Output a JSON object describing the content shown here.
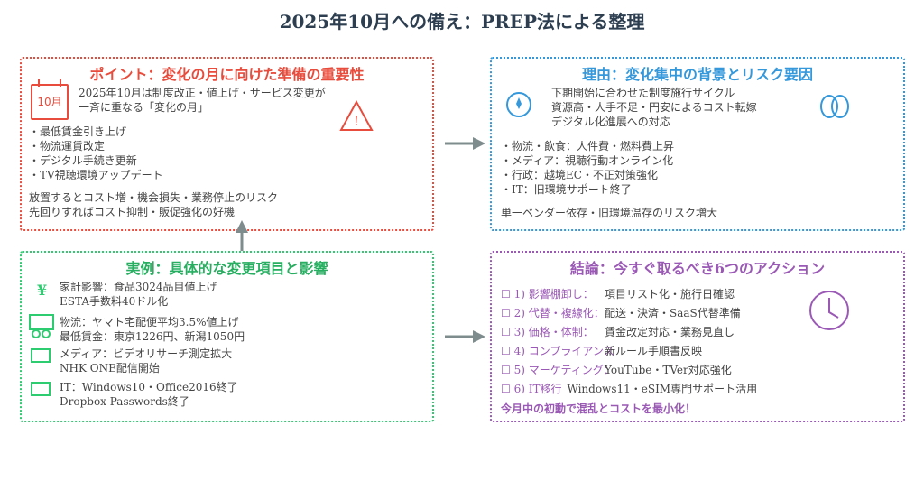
{
  "title": "2025年10月への備え：PREP法による整理",
  "point": {
    "heading": "ポイント：変化の月に向けた準備の重要性",
    "calendar_label": "10月",
    "intro": [
      "2025年10月は制度改正・値上げ・サービス変更が",
      "一斉に重なる「変化の月」"
    ],
    "bullets": [
      "・最低賃金引き上げ",
      "・物流運賃改定",
      "・デジタル手続き更新",
      "・TV視聴環境アップデート"
    ],
    "summary": [
      "放置するとコスト増・機会損失・業務停止のリスク",
      "先回りすればコスト抑制・販促強化の好機"
    ]
  },
  "reason": {
    "heading": "理由：変化集中の背景とリスク要因",
    "intro": [
      "下期開始に合わせた制度施行サイクル",
      "資源高・人手不足・円安によるコスト転嫁",
      "デジタル化進展への対応"
    ],
    "bullets": [
      "・物流・飲食：人件費・燃料費上昇",
      "・メディア：視聴行動オンライン化",
      "・行政：越境EC・不正対策強化",
      "・IT：旧環境サポート終了"
    ],
    "summary": "単一ベンダー依存・旧環境温存のリスク増大"
  },
  "example": {
    "heading": "実例：具体的な変更項目と影響",
    "items": [
      {
        "icon": "¥",
        "lines": [
          "家計影響：食品3024品目値上げ",
          "ESTA手数料40ドル化"
        ]
      },
      {
        "lines": [
          "物流：ヤマト宅配便平均3.5%値上げ",
          "最低賃金：東京1226円、新潟1050円"
        ]
      },
      {
        "lines": [
          "メディア：ビデオリサーチ測定拡大",
          "NHK ONE配信開始"
        ]
      },
      {
        "lines": [
          "IT：Windows10・Office2016終了",
          "Dropbox Passwords終了"
        ]
      }
    ]
  },
  "conclusion": {
    "heading": "結論：今すぐ取るべき6つのアクション",
    "actions": [
      {
        "label": "☐ 1) 影響棚卸し：",
        "text": "項目リスト化・施行日確認"
      },
      {
        "label": "☐ 2) 代替・複線化：",
        "text": "配送・決済・SaaS代替準備"
      },
      {
        "label": "☐ 3) 価格・体制：",
        "text": "賃金改定対応・業務見直し"
      },
      {
        "label": "☐ 4) コンプライアンス",
        "text": "新ルール手順書反映"
      },
      {
        "label": "☐ 5) マーケティング：",
        "text": "YouTube・TVer対応強化"
      },
      {
        "label": "☐ 6) IT移行",
        "text": "Windows11・eSIM専門サポート活用"
      }
    ],
    "summary": "今月中の初動で混乱とコストを最小化！"
  },
  "colors": {
    "red": "#e74c3c",
    "blue": "#3498db",
    "green": "#2ecc71",
    "purple": "#9b59b6",
    "arrow": "#7f8c8d"
  }
}
